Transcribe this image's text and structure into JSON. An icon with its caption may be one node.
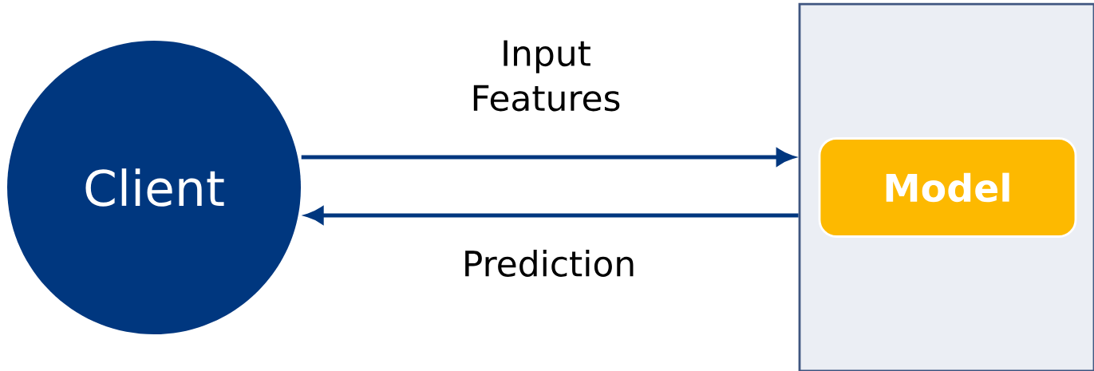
{
  "diagram": {
    "nodes": [
      {
        "text": [
          "Client"
        ]
      },
      {
        "text": [],
        "shape": "box"
      },
      {
        "text": [
          "Model"
        ],
        "in": 1
      }
    ],
    "edges": [
      {
        "from": 0,
        "to": 1,
        "arrow": "to",
        "label": "Input Features"
      },
      {
        "from": 1,
        "to": 0,
        "arrow": "to",
        "label": "Prediction"
      }
    ]
  }
}
